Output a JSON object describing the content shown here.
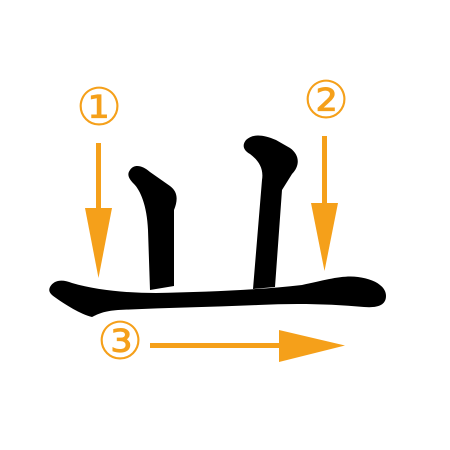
{
  "character": {
    "ink_color": "#000000"
  },
  "strokes": [
    {
      "order_label": "①",
      "direction": "down"
    },
    {
      "order_label": "②",
      "direction": "down"
    },
    {
      "order_label": "③",
      "direction": "right"
    }
  ],
  "colors": {
    "accent": "#F5A01A",
    "background": "#FFFFFF"
  }
}
